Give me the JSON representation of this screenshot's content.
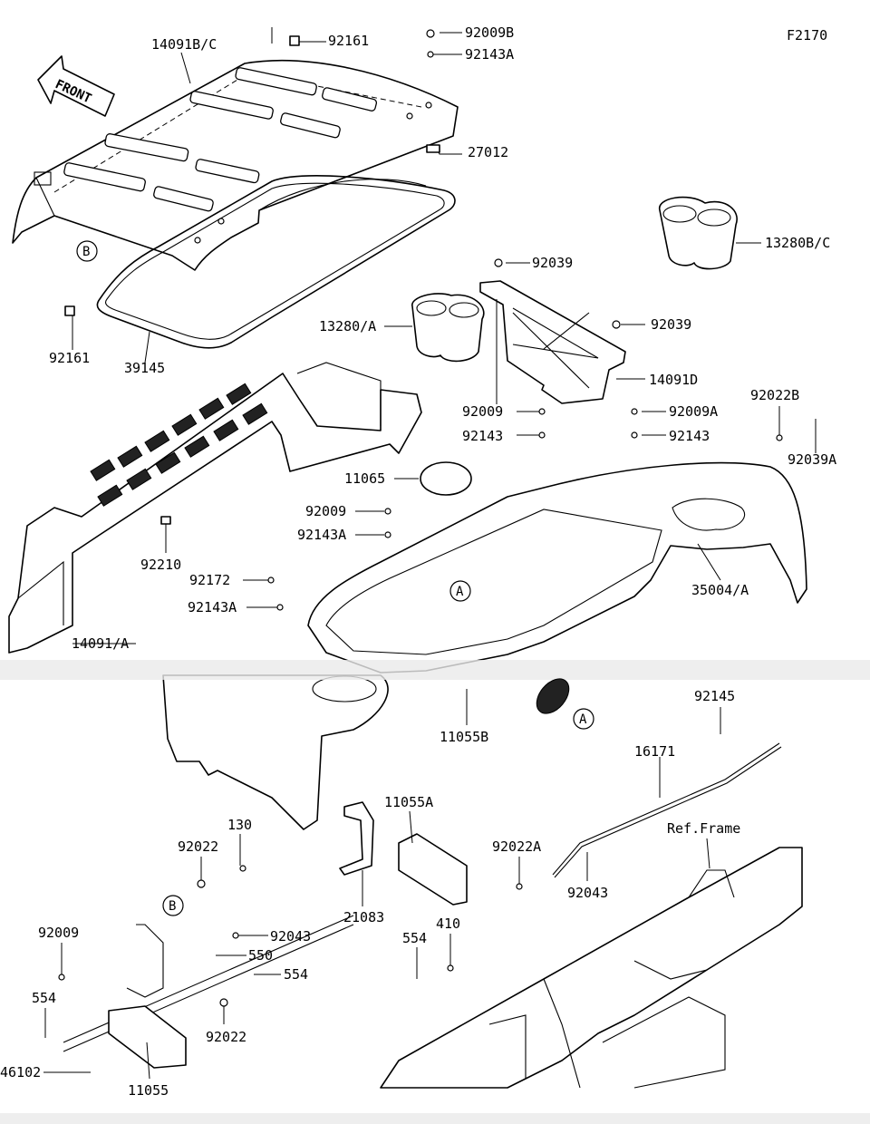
{
  "figure_code": "F2170",
  "front_arrow_text": "FRONT",
  "ref_frame_text": "Ref.Frame",
  "callout_markers": {
    "a": "A",
    "b": "B"
  },
  "part_labels": [
    "14091B/C",
    "92161",
    "92009B",
    "92143A",
    "27012",
    "13280B/C",
    "92161",
    "39145",
    "92039",
    "92039",
    "13280/A",
    "14091D",
    "92009",
    "92143",
    "92009A",
    "92143",
    "92022B",
    "92039A",
    "11065",
    "92009",
    "92143A",
    "92210",
    "92172",
    "92143A",
    "14091/A",
    "35004/A",
    "11055B",
    "92145",
    "16171",
    "11055A",
    "130",
    "92022",
    "21083",
    "92022A",
    "92043",
    "92043",
    "550",
    "554",
    "554",
    "410",
    "92009",
    "554",
    "92022",
    "46102",
    "11055"
  ]
}
